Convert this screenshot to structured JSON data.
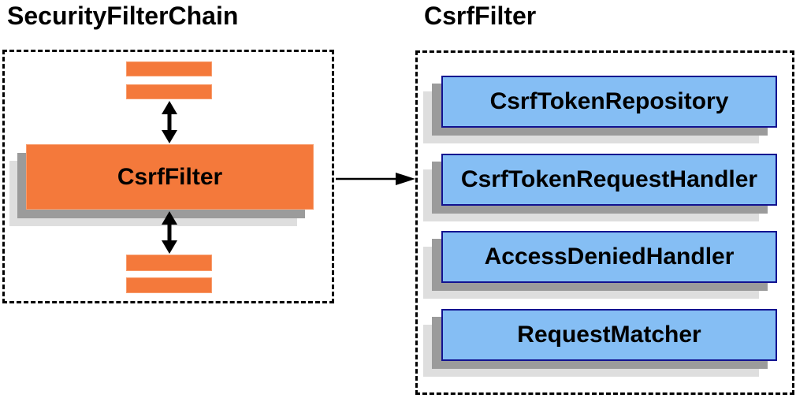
{
  "left_panel": {
    "title": "SecurityFilterChain",
    "main_box_label": "CsrfFilter"
  },
  "right_panel": {
    "title": "CsrfFilter",
    "components": [
      "CsrfTokenRepository",
      "CsrfTokenRequestHandler",
      "AccessDeniedHandler",
      "RequestMatcher"
    ]
  },
  "icons": {
    "vertical_arrows": "bidirectional-arrow-icon",
    "horizontal_arrow": "right-arrow-icon"
  },
  "colors": {
    "orange_fill": "#f4793b",
    "orange_border": "#f89d6d",
    "blue_fill": "#85bef4",
    "blue_border": "#121290",
    "shadow_dark": "#9b9b9b",
    "shadow_light": "#dedede",
    "line_black": "#000000",
    "background": "#ffffff"
  }
}
